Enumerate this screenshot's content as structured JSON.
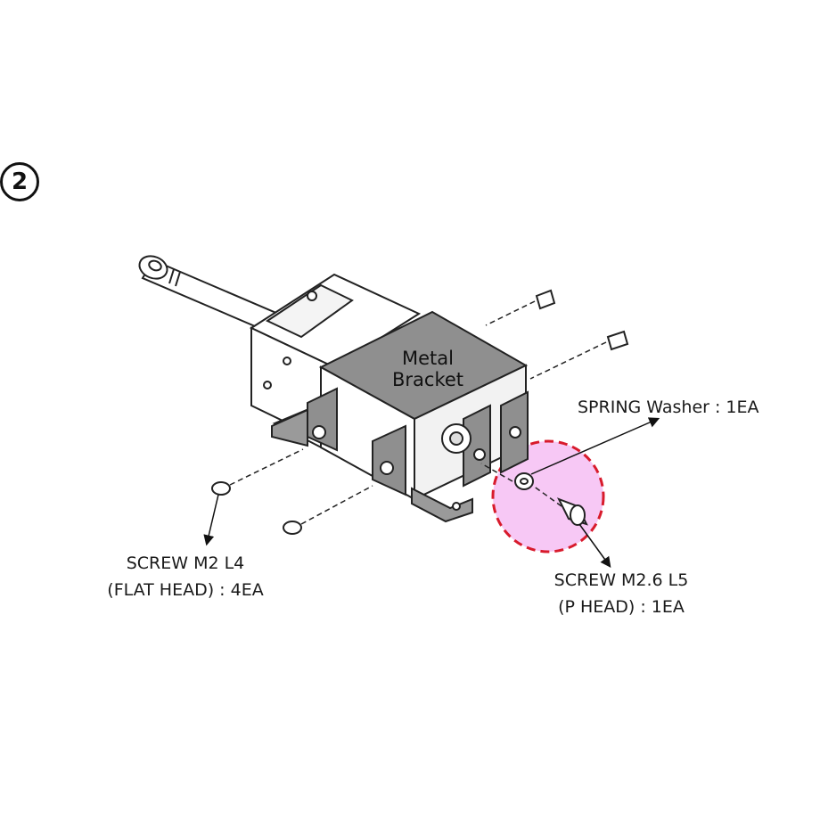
{
  "step": {
    "number": "2"
  },
  "bracket": {
    "line1": "Metal",
    "line2": "Bracket"
  },
  "labels": {
    "washer": "SPRING Washer : 1EA",
    "screw_flat_line1": "SCREW M2 L4",
    "screw_flat_line2": "(FLAT HEAD) : 4EA",
    "screw_p_line1": "SCREW M2.6 L5",
    "screw_p_line2": "(P HEAD) : 1EA"
  },
  "colors": {
    "bracket": "#8f8f8f",
    "bracket_dark": "#6d6d6d",
    "highlight_fill": "#f7c8f5",
    "highlight_stroke": "#d81b2c",
    "line": "#222222"
  }
}
